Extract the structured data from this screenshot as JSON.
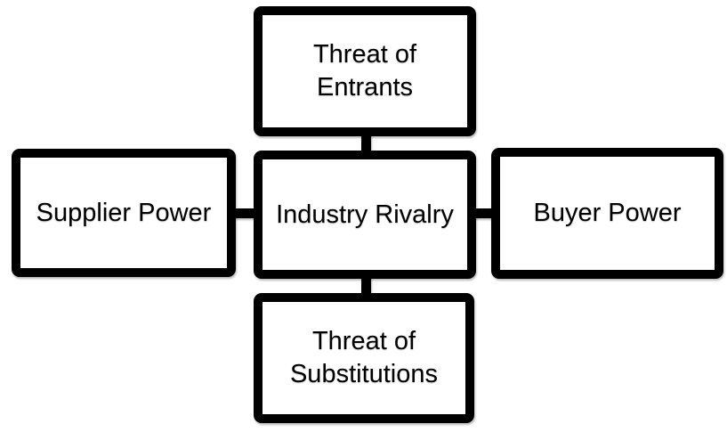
{
  "diagram": {
    "nodes": {
      "top": {
        "label": "Threat of\nEntrants"
      },
      "left": {
        "label": "Supplier Power"
      },
      "center": {
        "label": "Industry Rivalry"
      },
      "right": {
        "label": "Buyer Power"
      },
      "bottom": {
        "label": "Threat of\nSubstitutions"
      }
    },
    "connectors": [
      {
        "from": "top",
        "to": "center",
        "orientation": "vertical"
      },
      {
        "from": "center",
        "to": "bottom",
        "orientation": "vertical"
      },
      {
        "from": "left",
        "to": "center",
        "orientation": "horizontal"
      },
      {
        "from": "center",
        "to": "right",
        "orientation": "horizontal"
      }
    ],
    "colors": {
      "border": "#000000",
      "background": "#ffffff",
      "text": "#000000"
    }
  }
}
